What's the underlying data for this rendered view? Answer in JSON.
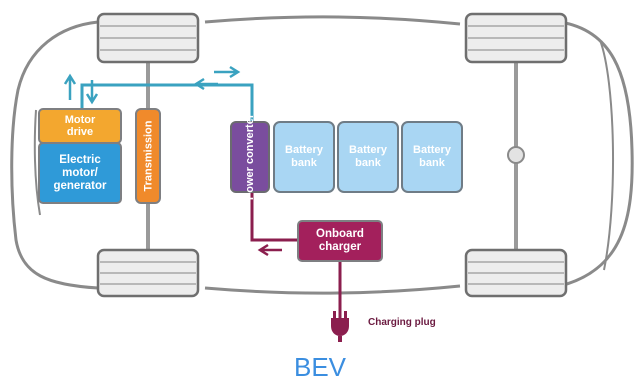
{
  "components": {
    "motor_drive": "Motor\ndrive",
    "electric_motor": "Electric\nmotor/\ngenerator",
    "transmission": "Transmission",
    "power_converter": "Power\nconverter",
    "battery_banks": [
      "Battery\nbank",
      "Battery\nbank",
      "Battery\nbank"
    ],
    "onboard_charger": "Onboard\ncharger",
    "charging_plug": "Charging plug"
  },
  "caption": "BEV",
  "colors": {
    "chassis": "#8a8a8a",
    "wheel_fill": "#ededed",
    "motor_drive": "#f3a72f",
    "electric_motor": "#2f9ad8",
    "transmission": "#f08a2b",
    "power_converter": "#7a4d9e",
    "battery": "#a9d6f3",
    "onboard_charger": "#a3205c",
    "dc_line": "#3aa2c0",
    "charge_line": "#8b1e4e",
    "caption": "#3b8ee0"
  }
}
